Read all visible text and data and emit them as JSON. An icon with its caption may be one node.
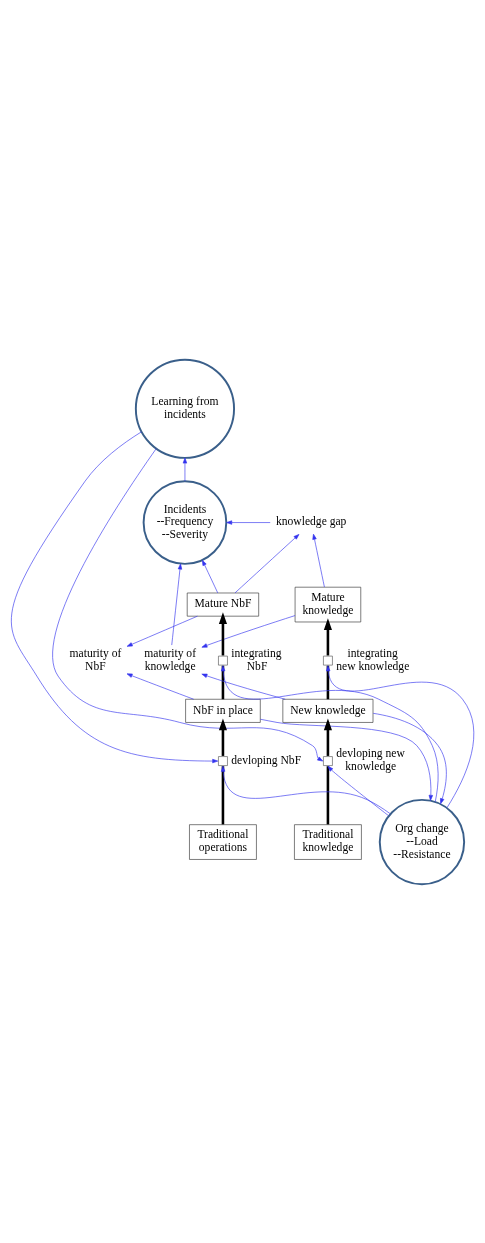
{
  "diagram": {
    "nodes": [
      {
        "text": [
          "Learning from incidents"
        ]
      },
      {
        "text": [
          "Incidents",
          "--Frequency",
          "--Severity"
        ]
      },
      {
        "text": [
          "knowledge gap"
        ]
      },
      {
        "text": [
          "Mature NbF"
        ]
      },
      {
        "text": [
          "Mature knowledge"
        ]
      },
      {
        "text": [
          "maturity of NbF"
        ]
      },
      {
        "text": [],
        "shape": "valve",
        "beside": [
          "integrating NbF"
        ]
      },
      {
        "text": [
          "maturity of knowledge"
        ]
      },
      {
        "text": [],
        "shape": "valve",
        "beside": [
          "integrating new knowledge"
        ]
      },
      {
        "text": [
          "NbF in place"
        ]
      },
      {
        "text": [
          "New knowledge"
        ]
      },
      {
        "text": [],
        "shape": "valve",
        "beside": [
          "devloping NbF"
        ]
      },
      {
        "text": [],
        "shape": "valve",
        "beside": [
          "devloping new knowledge"
        ]
      },
      {
        "text": [
          "Traditional operations"
        ]
      },
      {
        "text": [
          "Traditional knowledge"
        ]
      },
      {
        "text": [
          "Org change",
          "--Load",
          "--Resistance"
        ]
      }
    ],
    "edges": [
      {
        "from": 13,
        "to": 11,
        "arrow": "none",
        "style": "thick",
        "color": "#000000"
      },
      {
        "from": 11,
        "to": 9,
        "arrow": "to",
        "style": "thick",
        "color": "#000000"
      },
      {
        "from": 9,
        "to": 6,
        "arrow": "none",
        "style": "thick",
        "color": "#000000"
      },
      {
        "from": 6,
        "to": 3,
        "arrow": "to",
        "style": "thick",
        "color": "#000000"
      },
      {
        "from": 14,
        "to": 12,
        "arrow": "none",
        "style": "thick",
        "color": "#000000"
      },
      {
        "from": 12,
        "to": 10,
        "arrow": "to",
        "style": "thick",
        "color": "#000000"
      },
      {
        "from": 10,
        "to": 8,
        "arrow": "none",
        "style": "thick",
        "color": "#000000"
      },
      {
        "from": 8,
        "to": 4,
        "arrow": "to",
        "style": "thick",
        "color": "#000000"
      },
      {
        "from": 1,
        "to": 0,
        "arrow": "to"
      },
      {
        "from": 2,
        "to": 1,
        "arrow": "to"
      },
      {
        "from": 3,
        "to": 1,
        "arrow": "to"
      },
      {
        "from": 3,
        "to": 2,
        "arrow": "to"
      },
      {
        "from": 4,
        "to": 2,
        "arrow": "to"
      },
      {
        "from": 7,
        "to": 1,
        "arrow": "to"
      },
      {
        "from": 4,
        "to": 7,
        "arrow": "to"
      },
      {
        "from": 10,
        "to": 7,
        "arrow": "to"
      },
      {
        "from": 3,
        "to": 5,
        "arrow": "to"
      },
      {
        "from": 9,
        "to": 5,
        "arrow": "to"
      },
      {
        "from": 0,
        "to": 11,
        "arrow": "to"
      },
      {
        "from": 15,
        "to": 6,
        "arrow": "to"
      },
      {
        "from": 9,
        "to": 15,
        "arrow": "to"
      },
      {
        "from": 15,
        "to": 11,
        "arrow": "to"
      },
      {
        "from": 0,
        "to": 12,
        "arrow": "to"
      },
      {
        "from": 15,
        "to": 8,
        "arrow": "to"
      },
      {
        "from": 10,
        "to": 15,
        "arrow": "to"
      },
      {
        "from": 15,
        "to": 12,
        "arrow": "to"
      }
    ]
  }
}
